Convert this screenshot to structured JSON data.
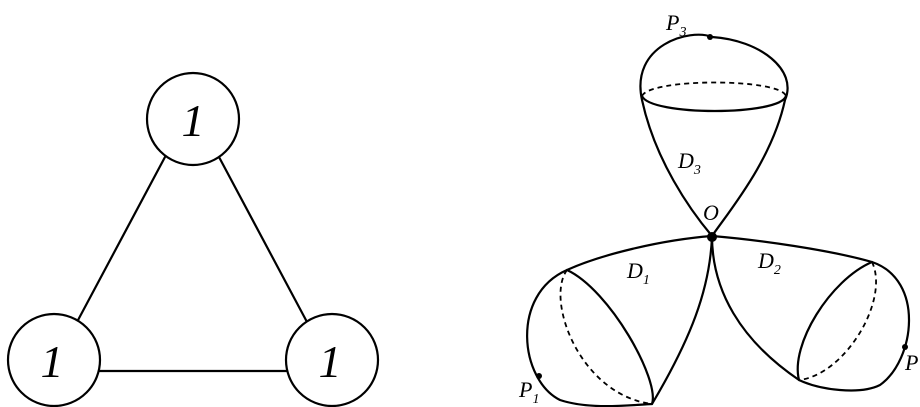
{
  "graph": {
    "nodes": [
      {
        "id": "top",
        "label": "1"
      },
      {
        "id": "bottom-left",
        "label": "1"
      },
      {
        "id": "bottom-right",
        "label": "1"
      }
    ]
  },
  "surface": {
    "center_label": "O",
    "points": [
      {
        "base": "P",
        "sub": "3"
      },
      {
        "base": "P",
        "sub": "1"
      },
      {
        "base": "P",
        "sub": ""
      }
    ],
    "disks": [
      {
        "base": "D",
        "sub": "3"
      },
      {
        "base": "D",
        "sub": "1"
      },
      {
        "base": "D",
        "sub": "2"
      }
    ]
  }
}
